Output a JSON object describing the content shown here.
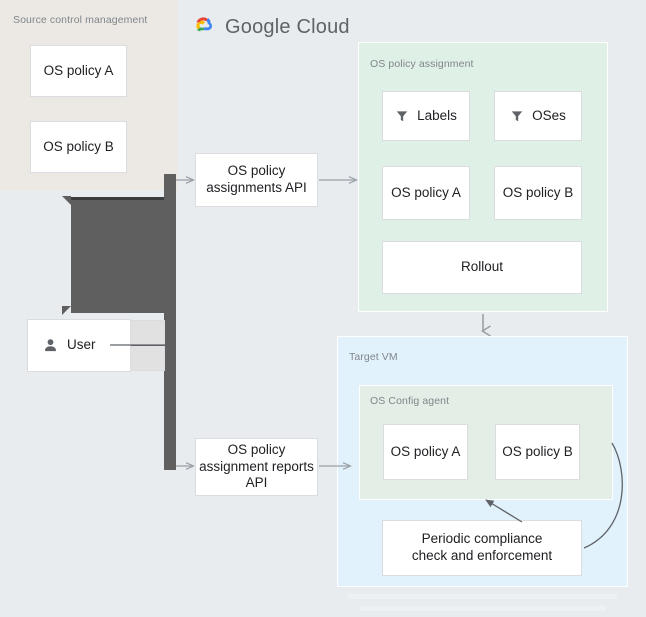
{
  "header": {
    "brand_google": "Google",
    "brand_cloud": "Cloud",
    "logo_icon": "google-cloud-logo-icon"
  },
  "panels": {
    "source_control": {
      "label": "Source control management",
      "bg": "#ece9e4"
    },
    "os_policy_assignment": {
      "label": "OS policy assignment",
      "bg": "#dff0e6"
    },
    "target_vm": {
      "label": "Target VM",
      "bg": "#e2f2fd"
    },
    "os_config_agent": {
      "label": "OS Config agent",
      "bg": "#e3efe6"
    }
  },
  "source_control": {
    "policies": [
      {
        "label": "OS policy A"
      },
      {
        "label": "OS policy B"
      }
    ]
  },
  "actor": {
    "label": "User",
    "icon": "person-icon"
  },
  "apis": {
    "assignments_api": {
      "label": "OS policy assignments API"
    },
    "reports_api": {
      "label": "OS policy assignment reports API"
    }
  },
  "assignment": {
    "filters": [
      {
        "label": "Labels",
        "icon": "filter-funnel-icon"
      },
      {
        "label": "OSes",
        "icon": "filter-funnel-icon"
      }
    ],
    "policies": [
      {
        "label": "OS policy A"
      },
      {
        "label": "OS policy B"
      }
    ],
    "rollout": {
      "label": "Rollout"
    }
  },
  "agent": {
    "policies": [
      {
        "label": "OS policy A"
      },
      {
        "label": "OS policy B"
      }
    ]
  },
  "periodic": {
    "line1": "Periodic compliance",
    "line2": "check and enforcement"
  },
  "colors": {
    "background": "#e8ecef",
    "beige_panel": "#ece9e4",
    "green_panel": "#dff0e6",
    "blue_panel": "#e2f2fd",
    "agent_green": "#e3efe6",
    "box_white": "#ffffff",
    "box_border": "#dadce0",
    "dark_connector": "#5f5f5f",
    "arrow": "#9aa0a6",
    "label_text": "#80868b",
    "body_text": "#202124",
    "logo_blue": "#4285f4",
    "logo_red": "#ea4335",
    "logo_yellow": "#fbbc05",
    "logo_green": "#34a853"
  }
}
